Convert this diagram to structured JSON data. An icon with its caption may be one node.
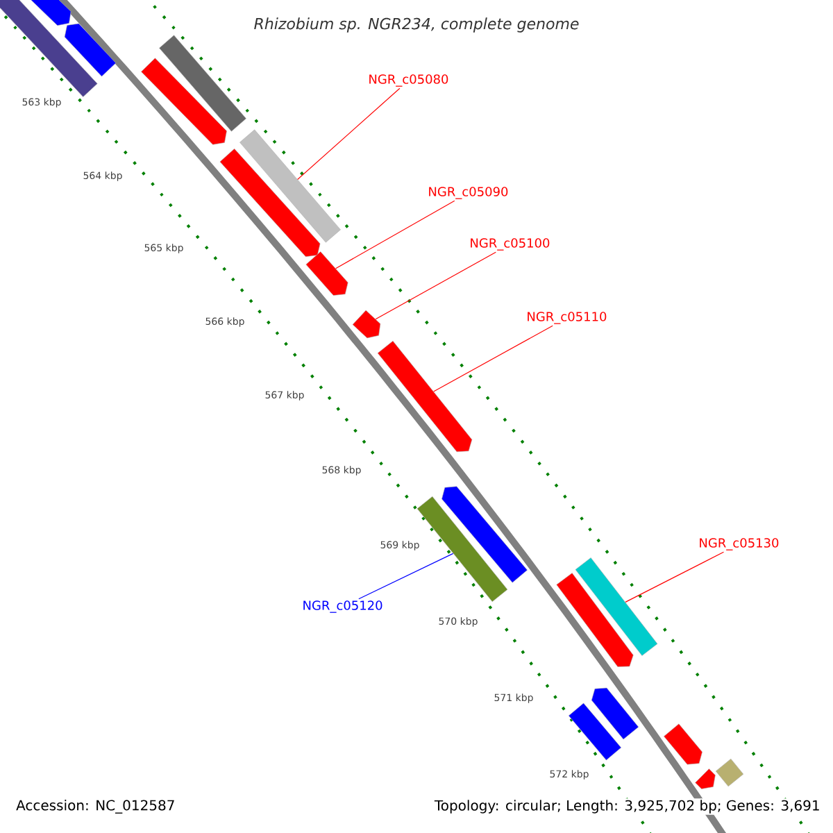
{
  "diagram": {
    "title": "Rhizobium sp. NGR234, complete genome",
    "nodes": [
      {
        "text": [
          "NGR_c05080"
        ]
      },
      {
        "text": [
          "NGR_c05090"
        ]
      },
      {
        "text": [
          "NGR_c05100"
        ]
      },
      {
        "text": [
          "NGR_c05110"
        ]
      },
      {
        "text": [
          "NGR_c05120"
        ]
      },
      {
        "text": [
          "NGR_c05130"
        ]
      },
      {
        "text": [],
        "shape": "bar"
      },
      {
        "text": [],
        "shape": "bar"
      },
      {
        "text": [],
        "shape": "bar"
      },
      {
        "text": [],
        "shape": "bar"
      },
      {
        "text": [],
        "shape": "bar"
      },
      {
        "text": [],
        "shape": "bar"
      },
      {
        "text": [],
        "shape": "bar"
      },
      {
        "text": [],
        "shape": "bar"
      },
      {
        "text": [],
        "shape": "bar"
      },
      {
        "text": [],
        "shape": "bar"
      },
      {
        "text": [],
        "shape": "bar"
      },
      {
        "text": [],
        "shape": "bar"
      },
      {
        "text": [],
        "shape": "bar"
      },
      {
        "text": [],
        "shape": "bar"
      },
      {
        "text": [],
        "shape": "bar"
      },
      {
        "text": [],
        "shape": "bar"
      },
      {
        "text": [],
        "shape": "bar"
      },
      {
        "text": [],
        "shape": "bar"
      },
      {
        "text": [],
        "shape": "bar"
      }
    ],
    "edges": [
      {
        "from": 0,
        "to": 11,
        "arrow": "none"
      },
      {
        "from": 1,
        "to": 13,
        "arrow": "none"
      },
      {
        "from": 2,
        "to": 14,
        "arrow": "none"
      },
      {
        "from": 3,
        "to": 15,
        "arrow": "none"
      },
      {
        "from": 4,
        "to": 17,
        "arrow": "none",
        "color": "#0000ff"
      },
      {
        "from": 5,
        "to": 18,
        "arrow": "none"
      }
    ],
    "labels": [
      "563 kbp",
      "564 kbp",
      "565 kbp",
      "566 kbp",
      "567 kbp",
      "568 kbp",
      "569 kbp",
      "570 kbp",
      "571 kbp",
      "572 kbp",
      "Accession: NC_012587",
      "Topology: circular; Length: 3,925,702 bp; Genes: 3,691"
    ]
  }
}
